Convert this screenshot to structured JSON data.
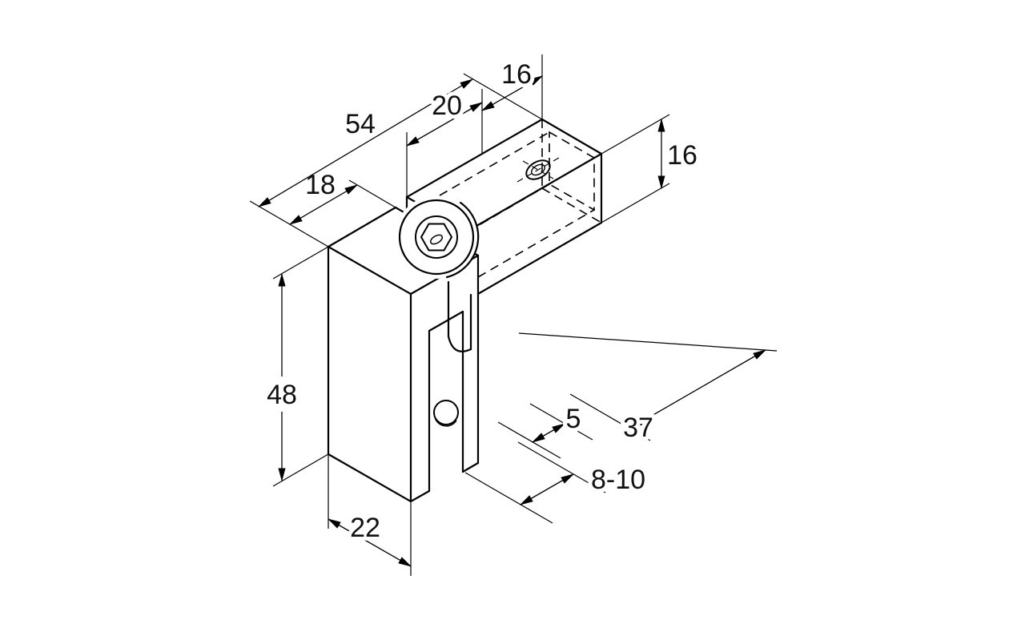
{
  "drawing": {
    "title": "isometric-clamp-holder-drawing",
    "background": "#ffffff",
    "line_color": "#000000",
    "dims": {
      "top_16": "16",
      "top_20": "20",
      "overall_54": "54",
      "top_18": "18",
      "right_16": "16",
      "height_48": "48",
      "wall_5": "5",
      "slot_37": "37",
      "glass_8_10": "8-10",
      "width_22": "22"
    }
  }
}
